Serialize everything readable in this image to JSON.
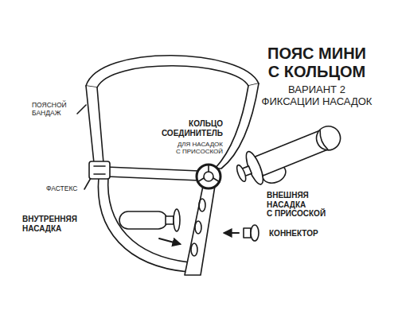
{
  "diagram": {
    "title": "ПОЯС МИНИ С КОЛЬЦОМ",
    "labels": [
      "ВАРИАНТ 2 ФИКСАЦИИ НАСАДОК",
      "ПОЯСНОЙ БАНДАЖ",
      "КОЛЬЦО СОЕДИНИТЕЛЬ",
      "ДЛЯ НАСАДОК С ПРИСОСКОЙ",
      "ФАСТЕКС",
      "ВНУТРЕННЯЯ НАСАДКА",
      "ВНЕШНЯЯ НАСАДКА С ПРИСОСКОЙ",
      "КОННЕКТОР"
    ]
  }
}
